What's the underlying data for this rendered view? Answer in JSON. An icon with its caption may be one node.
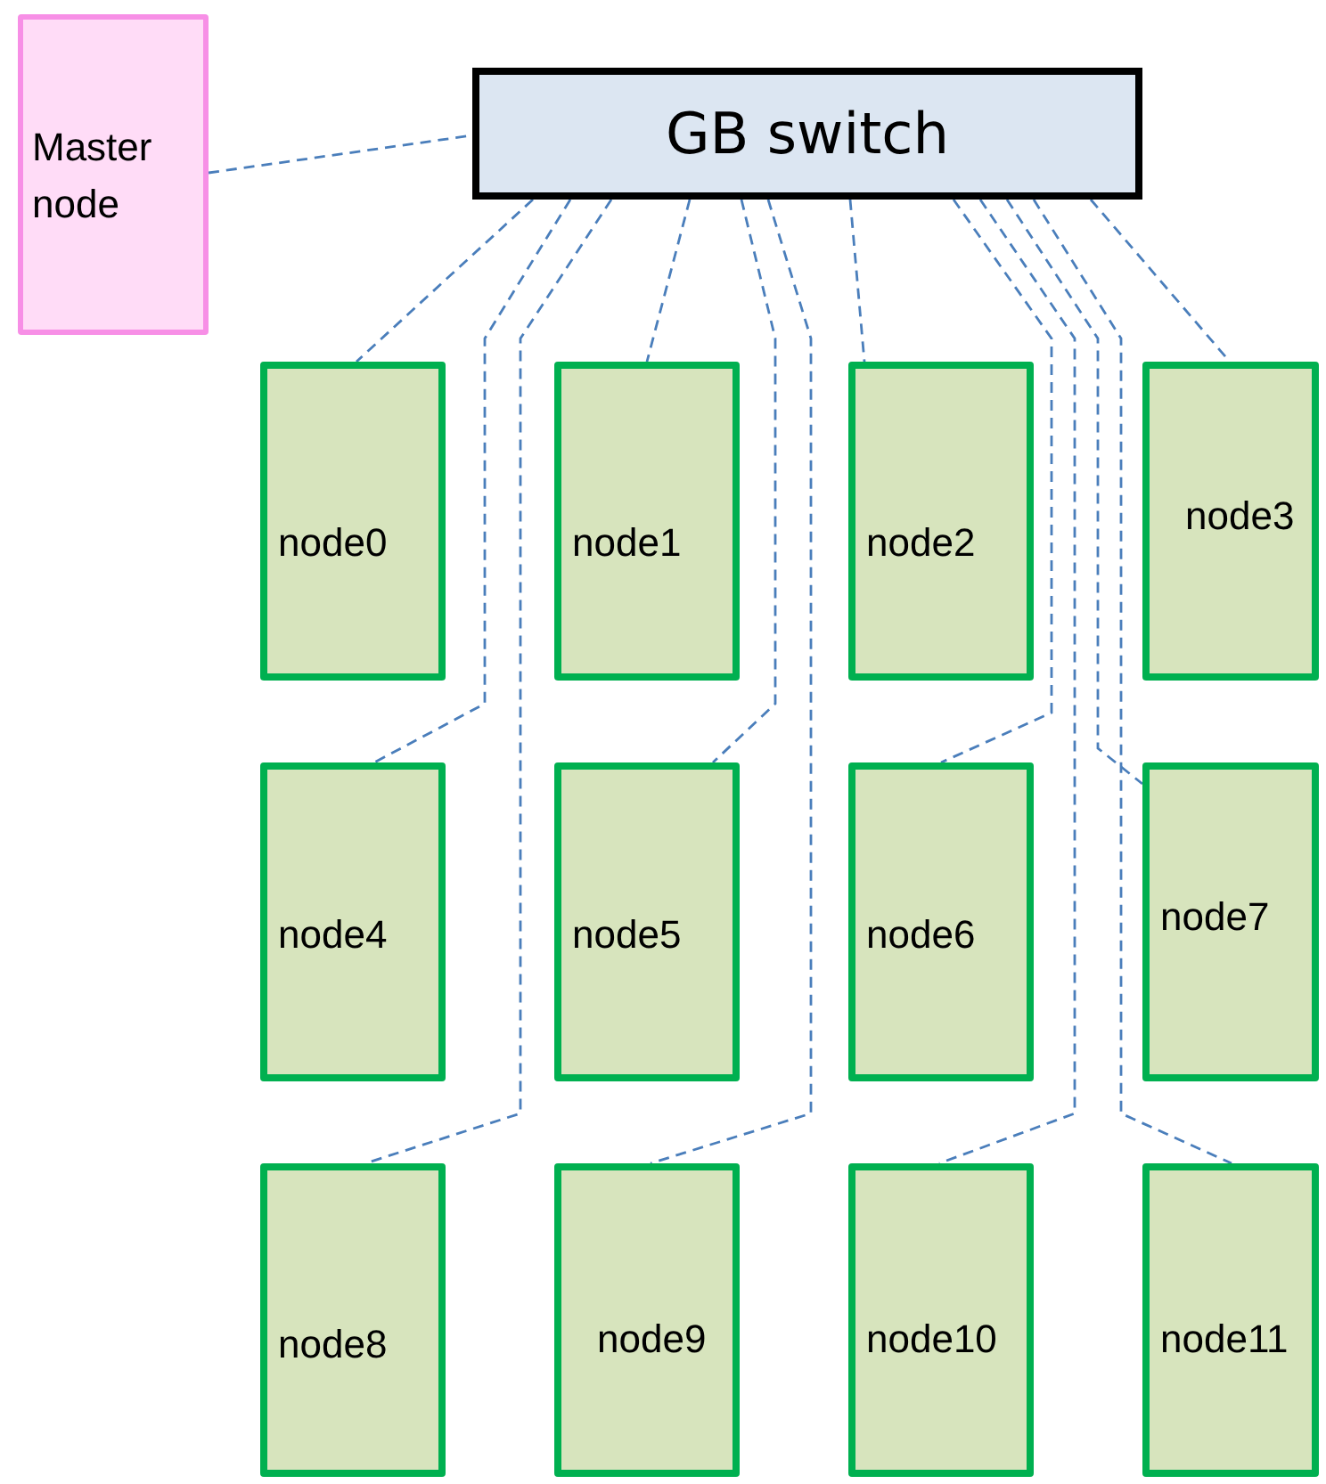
{
  "diagram": {
    "nodes": [
      {
        "text": [
          "Master node"
        ]
      },
      {
        "text": [
          "GB switch"
        ]
      },
      {
        "text": [
          "node0"
        ]
      },
      {
        "text": [
          "node1"
        ]
      },
      {
        "text": [
          "node2"
        ]
      },
      {
        "text": [
          "node3"
        ]
      },
      {
        "text": [
          "node4"
        ]
      },
      {
        "text": [
          "node5"
        ]
      },
      {
        "text": [
          "node6"
        ]
      },
      {
        "text": [
          "node7"
        ]
      },
      {
        "text": [
          "node8"
        ]
      },
      {
        "text": [
          "node9"
        ]
      },
      {
        "text": [
          "node10"
        ]
      },
      {
        "text": [
          "node11"
        ]
      }
    ],
    "edges": [
      {
        "from": 0,
        "to": 1,
        "arrow": "none",
        "style": "dashed"
      },
      {
        "from": 1,
        "to": 2,
        "arrow": "none",
        "style": "dashed"
      },
      {
        "from": 1,
        "to": 6,
        "arrow": "none",
        "style": "dashed"
      },
      {
        "from": 1,
        "to": 10,
        "arrow": "none",
        "style": "dashed"
      },
      {
        "from": 1,
        "to": 3,
        "arrow": "none",
        "style": "dashed"
      },
      {
        "from": 1,
        "to": 7,
        "arrow": "none",
        "style": "dashed"
      },
      {
        "from": 1,
        "to": 11,
        "arrow": "none",
        "style": "dashed"
      },
      {
        "from": 1,
        "to": 4,
        "arrow": "none",
        "style": "dashed"
      },
      {
        "from": 1,
        "to": 8,
        "arrow": "none",
        "style": "dashed"
      },
      {
        "from": 1,
        "to": 12,
        "arrow": "none",
        "style": "dashed"
      },
      {
        "from": 1,
        "to": 9,
        "arrow": "none",
        "style": "dashed"
      },
      {
        "from": 1,
        "to": 13,
        "arrow": "none",
        "style": "dashed"
      },
      {
        "from": 1,
        "to": 5,
        "arrow": "none",
        "style": "dashed"
      }
    ]
  }
}
